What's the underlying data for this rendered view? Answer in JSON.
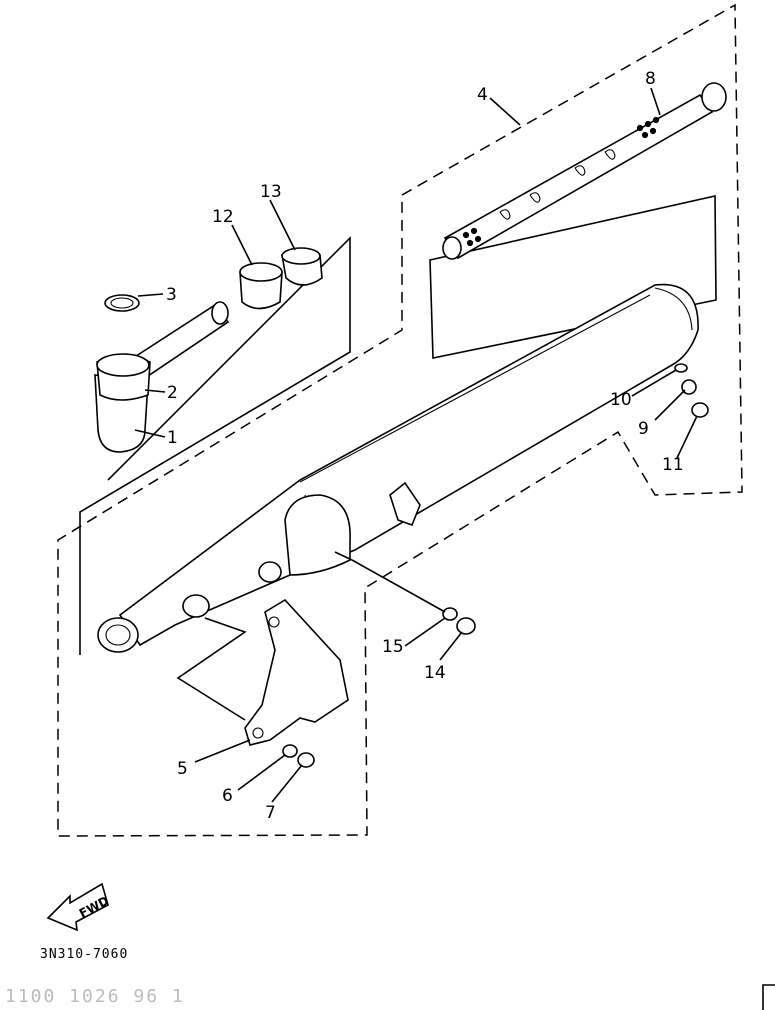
{
  "callouts": [
    {
      "id": "1",
      "label": "1"
    },
    {
      "id": "2",
      "label": "2"
    },
    {
      "id": "3",
      "label": "3"
    },
    {
      "id": "4",
      "label": "4"
    },
    {
      "id": "5",
      "label": "5"
    },
    {
      "id": "6",
      "label": "6"
    },
    {
      "id": "7",
      "label": "7"
    },
    {
      "id": "8",
      "label": "8"
    },
    {
      "id": "9",
      "label": "9"
    },
    {
      "id": "10",
      "label": "10"
    },
    {
      "id": "11",
      "label": "11"
    },
    {
      "id": "12",
      "label": "12"
    },
    {
      "id": "13",
      "label": "13"
    },
    {
      "id": "14",
      "label": "14"
    },
    {
      "id": "15",
      "label": "15"
    }
  ],
  "direction_label": "FWD",
  "diagram_code": "3N310-7060",
  "scan_artifact": "1100 1026 96 1"
}
